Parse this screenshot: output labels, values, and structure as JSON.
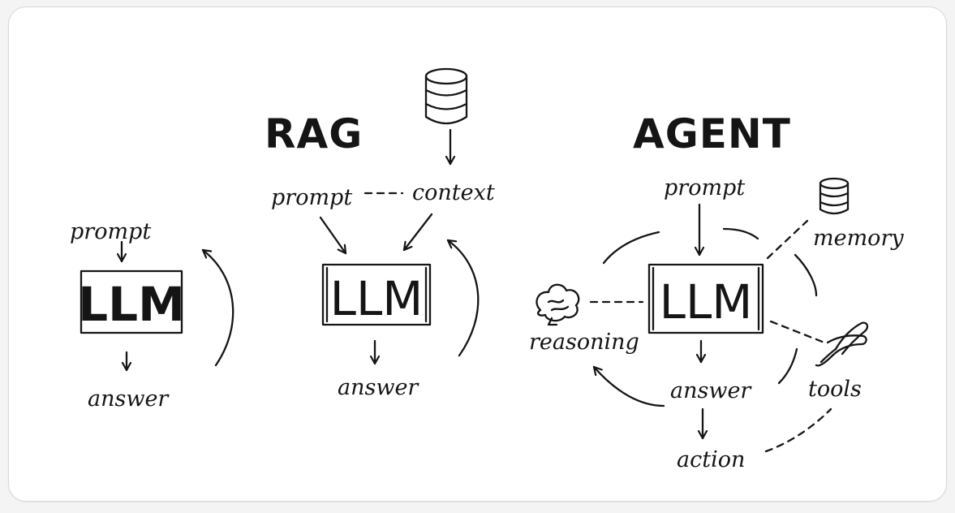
{
  "simple": {
    "prompt": "prompt",
    "llm": "LLM",
    "answer": "answer"
  },
  "rag": {
    "title": "RAG",
    "prompt": "prompt",
    "context": "context",
    "llm": "LLM",
    "answer": "answer"
  },
  "agent": {
    "title": "AGENT",
    "prompt": "prompt",
    "memory": "memory",
    "reasoning": "reasoning",
    "llm": "LLM",
    "answer": "answer",
    "tools": "tools",
    "action": "action"
  },
  "icons": {
    "database": "database-icon",
    "brain": "brain-icon",
    "tools": "pliers-icon"
  },
  "colors": {
    "ink": "#151515",
    "card": "#ffffff",
    "background": "#f4f4f4"
  }
}
